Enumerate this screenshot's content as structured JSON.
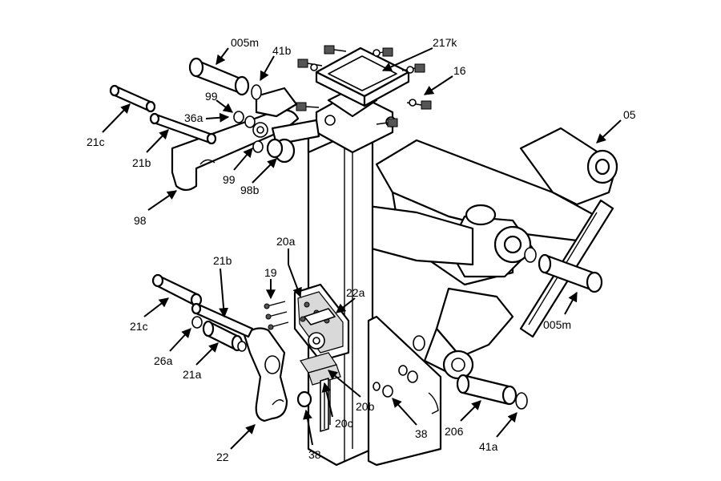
{
  "callouts": [
    {
      "id": "c-005m-top",
      "text": "005m"
    },
    {
      "id": "c-41b",
      "text": "41b"
    },
    {
      "id": "c-217k",
      "text": "217k"
    },
    {
      "id": "c-16",
      "text": "16"
    },
    {
      "id": "c-21c-top",
      "text": "21c"
    },
    {
      "id": "c-99-a",
      "text": "99"
    },
    {
      "id": "c-36a",
      "text": "36a"
    },
    {
      "id": "c-21b-top",
      "text": "21b"
    },
    {
      "id": "c-99-b",
      "text": "99"
    },
    {
      "id": "c-98b",
      "text": "98b"
    },
    {
      "id": "c-98",
      "text": "98"
    },
    {
      "id": "c-05",
      "text": "05"
    },
    {
      "id": "c-20a",
      "text": "20a"
    },
    {
      "id": "c-21b-mid",
      "text": "21b"
    },
    {
      "id": "c-19",
      "text": "19"
    },
    {
      "id": "c-22a",
      "text": "22a"
    },
    {
      "id": "c-21c-mid",
      "text": "21c"
    },
    {
      "id": "c-26a",
      "text": "26a"
    },
    {
      "id": "c-21a",
      "text": "21a"
    },
    {
      "id": "c-005m-right",
      "text": "005m"
    },
    {
      "id": "c-20b",
      "text": "20b"
    },
    {
      "id": "c-20c",
      "text": "20c"
    },
    {
      "id": "c-38-right",
      "text": "38"
    },
    {
      "id": "c-206",
      "text": "206"
    },
    {
      "id": "c-41a",
      "text": "41a"
    },
    {
      "id": "c-22",
      "text": "22"
    },
    {
      "id": "c-38-bottom",
      "text": "38"
    }
  ]
}
